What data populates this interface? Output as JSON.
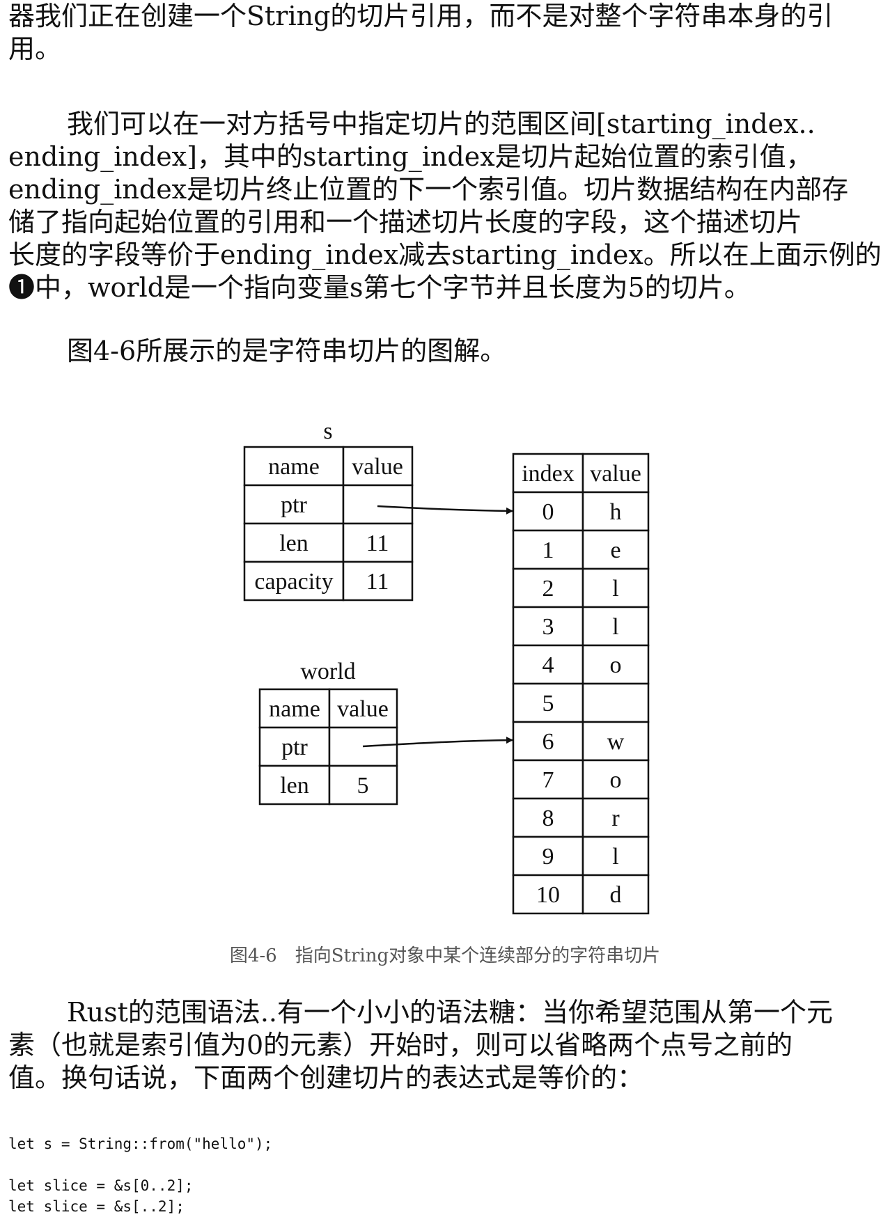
{
  "paragraph1": {
    "lines": [
      "器我们正在创建一个String的切片引用，而不是对整个字符串本身的引",
      "用。"
    ]
  },
  "paragraph2": {
    "lines": [
      "我们可以在一对方括号中指定切片的范围区间[starting_index..",
      "ending_index]，其中的starting_index是切片起始位置的索引值，",
      "ending_index是切片终止位置的下一个索引值。切片数据结构在内部存",
      "储了指向起始位置的引用和一个描述切片长度的字段，这个描述切片",
      "长度的字段等价于ending_index减去starting_index。所以在上面示例的",
      "❶中，world是一个指向变量s第七个字节并且长度为5的切片。"
    ]
  },
  "paragraph3": {
    "text": "图4-6所展示的是字符串切片的图解。"
  },
  "figure": {
    "s_table": {
      "title": "s",
      "headers": [
        "name",
        "value"
      ],
      "rows": [
        {
          "name": "ptr",
          "value": ""
        },
        {
          "name": "len",
          "value": "11"
        },
        {
          "name": "capacity",
          "value": "11"
        }
      ]
    },
    "world_table": {
      "title": "world",
      "headers": [
        "name",
        "value"
      ],
      "rows": [
        {
          "name": "ptr",
          "value": ""
        },
        {
          "name": "len",
          "value": "5"
        }
      ]
    },
    "heap_table": {
      "headers": [
        "index",
        "value"
      ],
      "rows": [
        {
          "index": "0",
          "value": "h"
        },
        {
          "index": "1",
          "value": "e"
        },
        {
          "index": "2",
          "value": "l"
        },
        {
          "index": "3",
          "value": "l"
        },
        {
          "index": "4",
          "value": "o"
        },
        {
          "index": "5",
          "value": ""
        },
        {
          "index": "6",
          "value": "w"
        },
        {
          "index": "7",
          "value": "o"
        },
        {
          "index": "8",
          "value": "r"
        },
        {
          "index": "9",
          "value": "l"
        },
        {
          "index": "10",
          "value": "d"
        }
      ]
    },
    "caption": "图4-6　指向String对象中某个连续部分的字符串切片"
  },
  "paragraph4": {
    "lines": [
      "Rust的范围语法..有一个小小的语法糖：当你希望范围从第一个元",
      "素（也就是索引值为0的元素）开始时，则可以省略两个点号之前的",
      "值。换句话说，下面两个创建切片的表达式是等价的："
    ]
  },
  "code": {
    "lines": [
      "let s = String::from(\"hello\");",
      "",
      "let slice = &s[0..2];",
      "let slice = &s[..2];"
    ]
  }
}
